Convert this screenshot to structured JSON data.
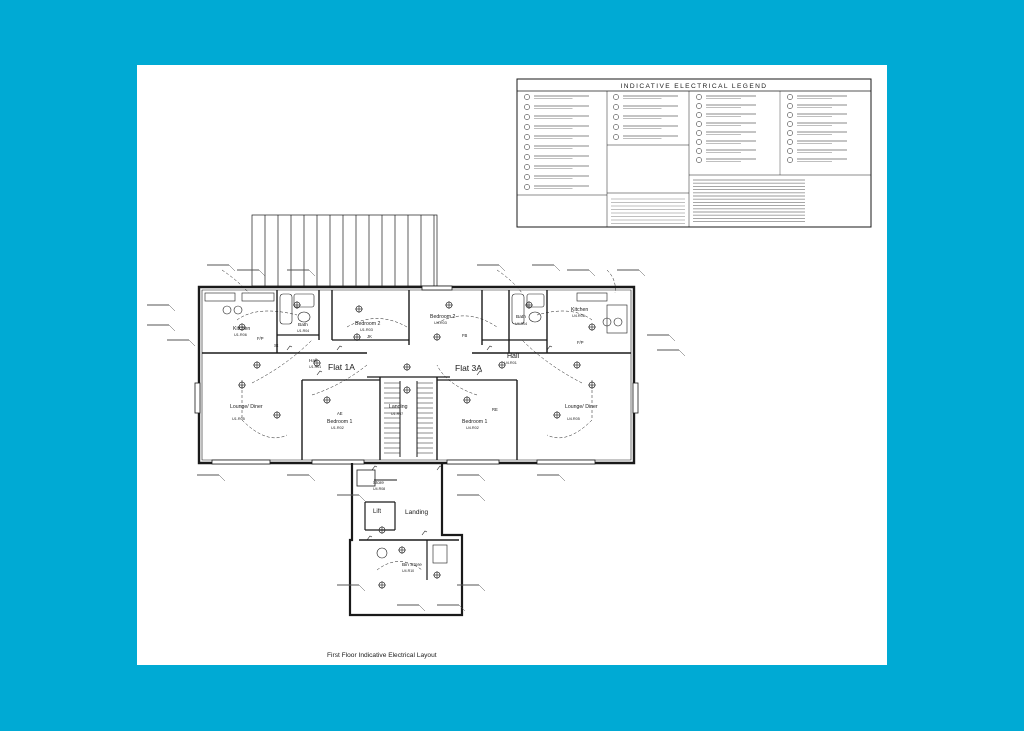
{
  "background_color": "#00aad4",
  "sheet_color": "#ffffff",
  "line_color": "#1a1a1a",
  "legend": {
    "title": "INDICATIVE ELECTRICAL LEGEND"
  },
  "plan": {
    "title": "First Floor Indicative Electrical Layout",
    "rooms": {
      "kitchen_1a": "Kitchen",
      "kitchen_1a_ref": "U1.R06",
      "bath_1a": "Bath",
      "bath_1a_ref": "U1.R04",
      "bedroom2_1a": "Bedroom 2",
      "bedroom2_1a_ref": "U1.R03",
      "bedroom2_3a": "Bedroom 2",
      "bedroom2_3a_ref": "U4.R03",
      "bath_3a": "Bath",
      "bath_3a_ref": "U4.R04",
      "kitchen_3a": "Kitchen",
      "kitchen_3a_ref": "U4.R06",
      "flat_1a": "Flat 1A",
      "flat_3a": "Flat 3A",
      "hall_1a": "Hall",
      "hall_1a_ref": "U1.R01",
      "hall_3a": "Hall",
      "hall_3a_ref": "U4.R01",
      "lounge_1a": "Lounge/ Diner",
      "lounge_1a_ref": "U1.R05",
      "lounge_3a": "Lounge/ Diner",
      "lounge_3a_ref": "U4.R05",
      "bedroom1_1a": "Bedroom 1",
      "bedroom1_1a_ref": "U1.R02",
      "bedroom1_3a": "Bedroom 1",
      "bedroom1_3a_ref": "U4.R02",
      "landing_upper": "Landing",
      "landing_upper_ref": "U1.R07",
      "lift": "Lift",
      "landing_lower": "Landing",
      "store": "Store",
      "store_ref": "U4.R08",
      "bin_store": "Bin Store",
      "bin_store_ref": "U4.R10"
    },
    "small_labels": {
      "st": "St",
      "fp": "F/P",
      "fp2": "F/P",
      "fb": "FB",
      "jk": "JK",
      "ae": "AE",
      "re": "RE"
    }
  }
}
